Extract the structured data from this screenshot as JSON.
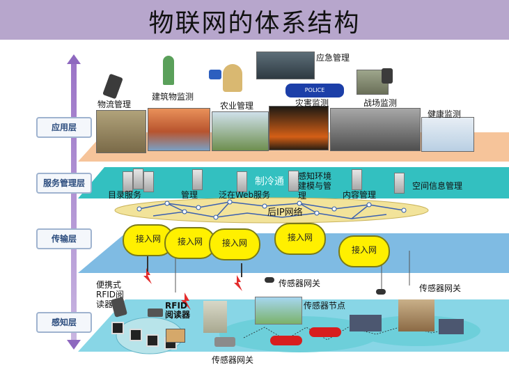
{
  "title": "物联网的体系结构",
  "layers": {
    "application": "应用层",
    "service": "服务管理层",
    "transport": "传输层",
    "perception": "感知层"
  },
  "application_labels": {
    "logistics": "物流管理",
    "building": "建筑物监测",
    "agriculture": "农业管理",
    "emergency": "应急管理",
    "disaster": "灾害监测",
    "battlefield": "战场监测",
    "health": "健康监测",
    "police": "POLICE"
  },
  "service_labels": {
    "directory": "目录服务",
    "management": "管理",
    "ubiquitous_web": "泛在Web服务",
    "sensing_env": "感知环境建模与管理",
    "content": "内容管理",
    "spatial": "空间信息管理"
  },
  "transport": {
    "post_ip": "后IP网络",
    "access_net": "接入网"
  },
  "perception_labels": {
    "portable_rfid": "便携式RFID阅读器",
    "rfid_reader": "RFID阅读器",
    "gateway": "传感器网关",
    "node": "传感器节点"
  },
  "watermark": "制冷通",
  "colors": {
    "application_plane": "#f6c49a",
    "service_plane": "#33c0c0",
    "transport_plane": "#7fbbe3",
    "perception_plane": "#88d6e6",
    "cloud": "#fff000",
    "ip_ellipse": "#f2e39a"
  }
}
